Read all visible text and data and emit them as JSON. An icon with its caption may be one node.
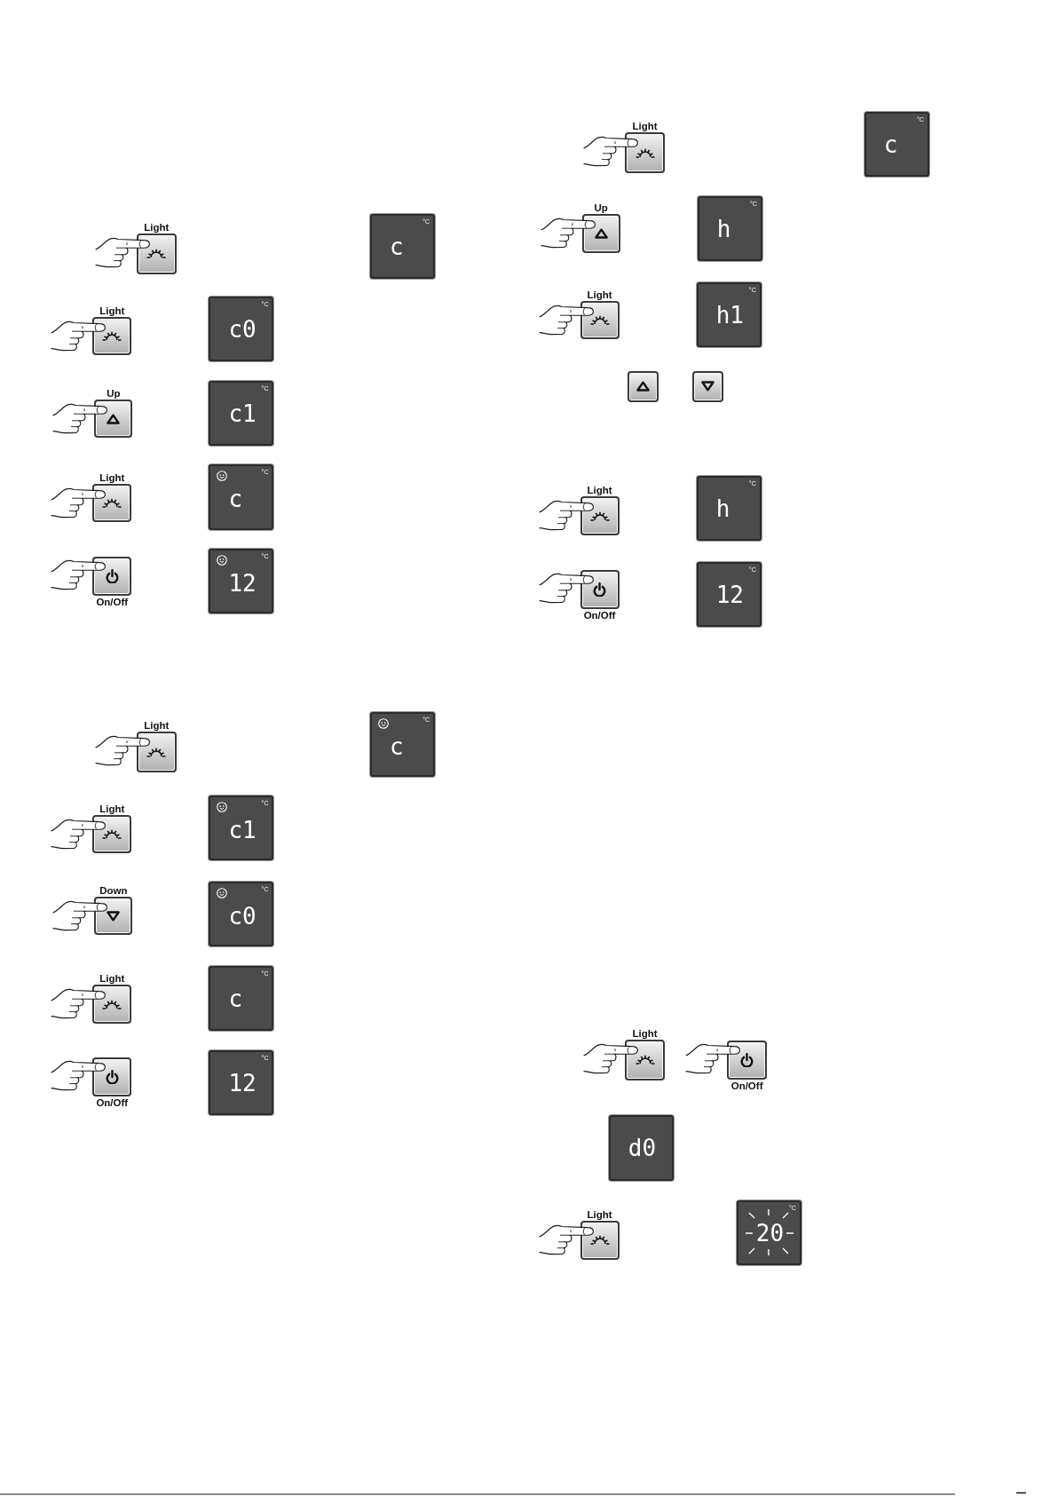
{
  "diagram": {
    "nodes": [
      {
        "text": [
          "Light"
        ]
      },
      {
        "text": [
          "°C",
          "c"
        ]
      },
      {
        "text": [
          "Light"
        ]
      },
      {
        "text": [
          "°C",
          "c0"
        ]
      },
      {
        "text": [
          "Up"
        ]
      },
      {
        "text": [
          "°C",
          "c1"
        ]
      },
      {
        "text": [
          "Light"
        ]
      },
      {
        "text": [
          "°C",
          "c"
        ]
      },
      {
        "text": [
          "On/Off"
        ]
      },
      {
        "text": [
          "°C",
          "12"
        ]
      },
      {
        "text": [
          "Light"
        ]
      },
      {
        "text": [
          "°C",
          "c"
        ]
      },
      {
        "text": [
          "Light"
        ]
      },
      {
        "text": [
          "°C",
          "c1"
        ]
      },
      {
        "text": [
          "Down"
        ]
      },
      {
        "text": [
          "°C",
          "c0"
        ]
      },
      {
        "text": [
          "Light"
        ]
      },
      {
        "text": [
          "°C",
          "c"
        ]
      },
      {
        "text": [
          "On/Off"
        ]
      },
      {
        "text": [
          "°C",
          "12"
        ]
      },
      {
        "text": [
          "Light"
        ]
      },
      {
        "text": [
          "°C",
          "c"
        ]
      },
      {
        "text": [
          "Up"
        ]
      },
      {
        "text": [
          "°C",
          "h"
        ]
      },
      {
        "text": [
          "Light"
        ]
      },
      {
        "text": [
          "°C",
          "h1"
        ]
      },
      {
        "text": [],
        "shape": "box"
      },
      {
        "text": [],
        "shape": "box"
      },
      {
        "text": [
          "Light"
        ]
      },
      {
        "text": [
          "°C",
          "h"
        ]
      },
      {
        "text": [
          "On/Off"
        ]
      },
      {
        "text": [
          "°C",
          "12"
        ]
      },
      {
        "text": [
          "Light"
        ]
      },
      {
        "text": [
          "On/Off"
        ]
      },
      {
        "text": [
          "d0"
        ]
      },
      {
        "text": [
          "Light"
        ]
      },
      {
        "text": [
          "°C",
          "20"
        ]
      }
    ]
  }
}
